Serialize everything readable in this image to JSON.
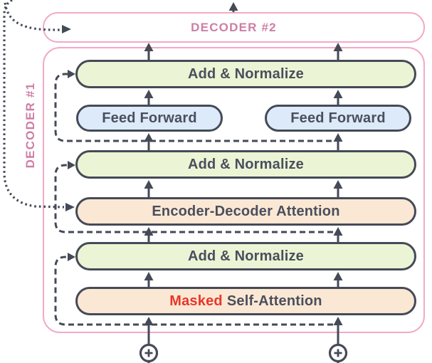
{
  "diagram": {
    "decoder2_label": "DECODER #2",
    "decoder1_label": "DECODER #1",
    "layers": {
      "add_normalize_top": "Add & Normalize",
      "feed_forward_left": "Feed Forward",
      "feed_forward_right": "Feed Forward",
      "add_normalize_middle": "Add & Normalize",
      "encoder_decoder_attention": "Encoder-Decoder Attention",
      "add_normalize_bottom": "Add & Normalize",
      "masked_word": "Masked",
      "self_attention_word": "Self-Attention"
    },
    "icons": {
      "input_left": "circled-plus-icon",
      "input_right": "circled-plus-icon"
    },
    "connections": {
      "dashed": "residual-connection",
      "dotted": "from-encoder-output",
      "solid": "layer-flow"
    },
    "colors": {
      "pink_border": "#f3a9c7",
      "pink_text": "#cd7ea6",
      "dark": "#454a57",
      "green_fill": "#ebf5d5",
      "blue_fill": "#ddeafa",
      "peach_fill": "#fbe8d4",
      "red_text": "#e8362a"
    }
  }
}
